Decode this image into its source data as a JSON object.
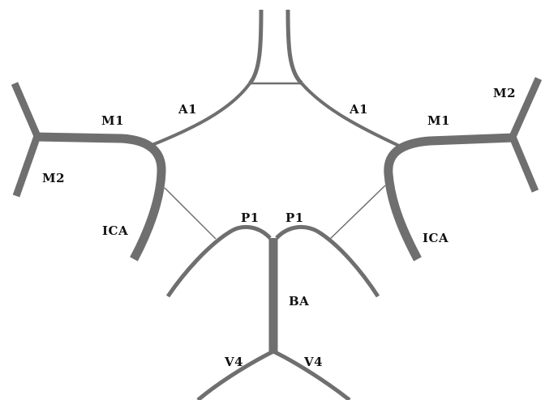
{
  "colors": {
    "vessel": "#6f6f6f",
    "label": "#111111",
    "background": "#ffffff"
  },
  "labels": {
    "m2_left": "M2",
    "m1_left": "M1",
    "a1_left": "A1",
    "a1_right": "A1",
    "m1_right": "M1",
    "m2_right": "M2",
    "ica_left": "ICA",
    "ica_right": "ICA",
    "p1_left": "P1",
    "p1_right": "P1",
    "ba": "BA",
    "v4_left": "V4",
    "v4_right": "V4"
  }
}
